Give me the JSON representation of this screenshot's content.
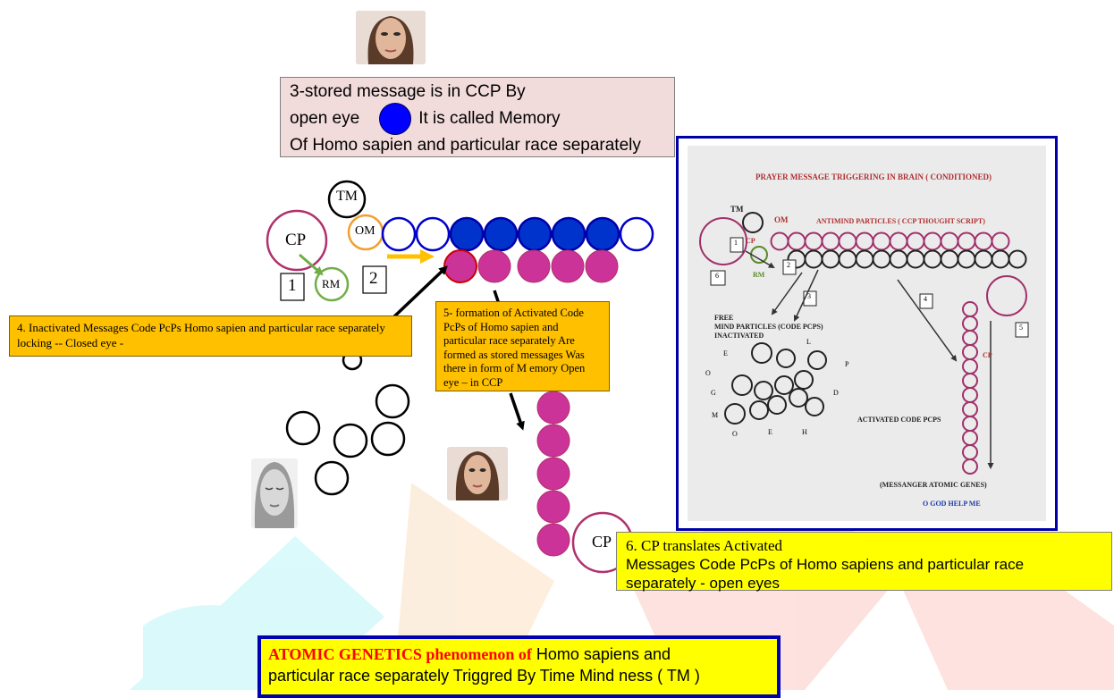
{
  "stored_message_box": {
    "line1": "3-stored message is in CCP  By",
    "line2_pre": "open eye",
    "line2_post": "It is called Memory",
    "line3": "Of  Homo sapien and  particular race separately"
  },
  "inactivated_box": {
    "text": "4. Inactivated Messages  Code PcPs Homo sapien and  particular race separately locking  -- Closed eye -"
  },
  "formation_box": {
    "text": "5-  formation of  Activated Code PcPs of Homo sapien and  particular race separately Are  formed as stored messages Was there in  form  of M emory Open eye – in CCP"
  },
  "translate_box": {
    "line1": "6. CP    translates  Activated",
    "line2": "Messages  Code PcPs of Homo sapiens and  particular race",
    "line3": "separately - open eyes"
  },
  "bottom_box": {
    "red": "ATOMIC GENETICS phenomenon of",
    "rest1": " Homo sapiens and",
    "line2": "particular race separately  Triggred By Time Mind ness ( TM )"
  },
  "labels": {
    "tm": "TM",
    "cp": "CP",
    "om": "OM",
    "rm": "RM",
    "step1": "1",
    "step2": "2",
    "cp_bottom": "CP"
  },
  "panel": {
    "title": "PRAYER MESSAGE  TRIGGERING IN BRAIN ( CONDITIONED)",
    "tm": "TM",
    "om": "OM",
    "cp": "CP",
    "rm": "RM",
    "antimind": "ANTIMIND PARTICLES  ( CCP  THOUGHT SCRIPT)",
    "n1": "1",
    "n2": "2",
    "n3": "3",
    "n4": "4",
    "n5": "5",
    "n6": "6",
    "free1": "FREE",
    "free2": "MIND  PARTICLES (CODE PCPS)",
    "free3": "INACTIVATED",
    "cp_right": "CP",
    "activated": "ACTIVATED CODE PCPS",
    "messenger": "(MESSANGER ATOMIC GENES)",
    "god": "O GOD HELP ME",
    "letters": [
      "E",
      "L",
      "P",
      "O",
      "G",
      "D",
      "M",
      "O",
      "E",
      "H"
    ]
  },
  "colors": {
    "blue_dot": "#0000ff",
    "navy_dot": "#0033cc",
    "magenta": "#cc3399",
    "orange_box": "#ffc000",
    "yellow_box": "#ffff00",
    "pink_box": "#f2dcdb",
    "arrow_orange": "#ffc000",
    "green": "#70ad47",
    "maroon": "#a0306a"
  }
}
